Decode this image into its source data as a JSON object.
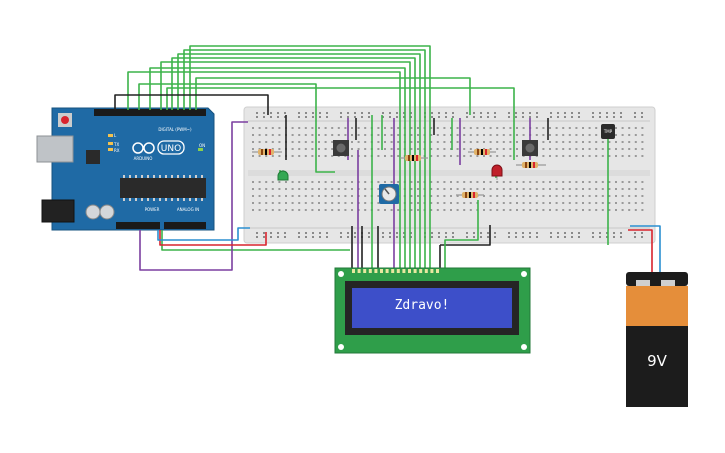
{
  "arduino": {
    "brand": "UNO",
    "maker": "ARDUINO",
    "label_digital": "DIGITAL (PWM~)",
    "label_power": "POWER",
    "label_analog": "ANALOG IN",
    "label_l": "L",
    "label_tx": "TX",
    "label_rx": "RX",
    "label_on": "ON"
  },
  "lcd": {
    "text": "Zdravo!"
  },
  "battery": {
    "label": "9V"
  },
  "sensor": {
    "label": "TMP"
  },
  "colors": {
    "wire_green": "#3cb34a",
    "wire_black": "#222222",
    "wire_purple": "#7b3fa0",
    "wire_red": "#d9232d",
    "wire_blue": "#2b8fd1",
    "board_blue": "#1f6aa5",
    "lcd_green": "#2f9e4a",
    "lcd_screen": "#3d4fc9",
    "battery_orange": "#e58e3a",
    "battery_black": "#1c1c1c"
  }
}
